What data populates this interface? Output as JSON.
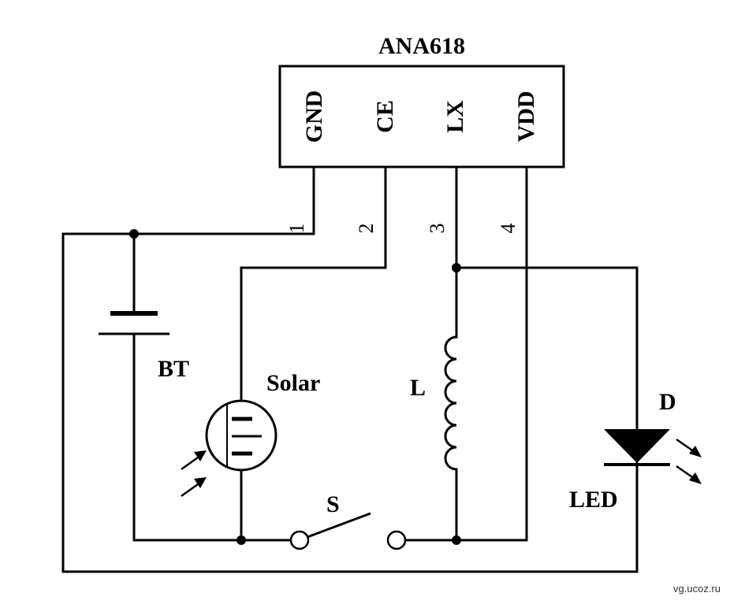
{
  "ic": {
    "name": "ANA618",
    "pins": [
      {
        "label": "GND",
        "number": "1"
      },
      {
        "label": "CE",
        "number": "2"
      },
      {
        "label": "LX",
        "number": "3"
      },
      {
        "label": "VDD",
        "number": "4"
      }
    ]
  },
  "components": {
    "battery": "BT",
    "solar": "Solar",
    "inductor": "L",
    "diode": "D",
    "led": "LED",
    "switch": "S"
  },
  "watermark": "vg.ucoz.ru"
}
